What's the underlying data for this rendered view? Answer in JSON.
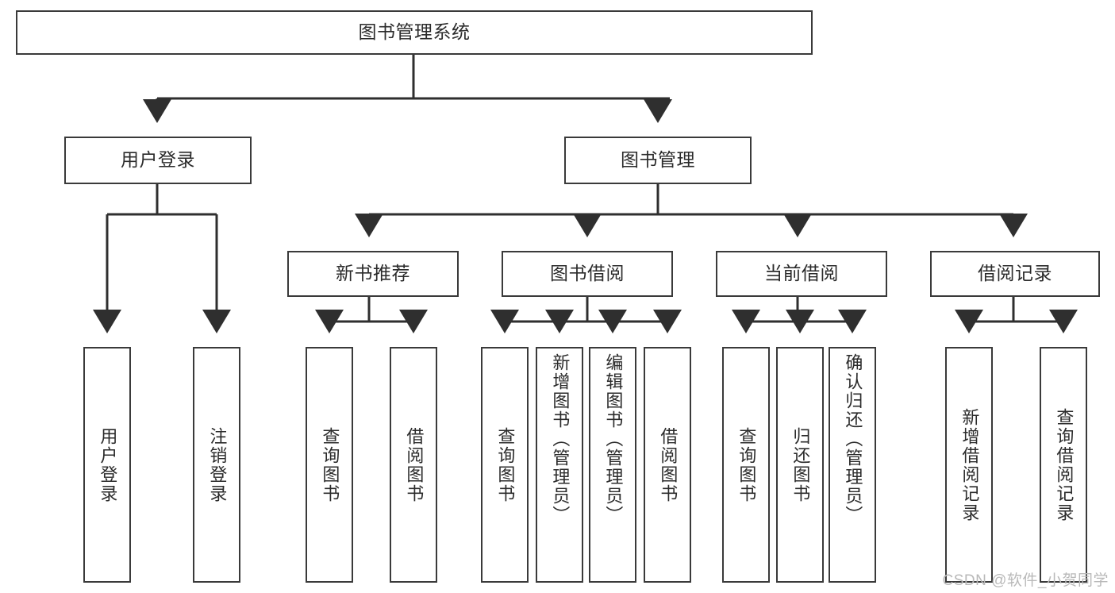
{
  "diagram": {
    "type": "tree-hierarchy-chart",
    "title": "图书管理系统",
    "watermark": "CSDN @软件_小贺同学",
    "colors": {
      "box_border": "#3a3a3a",
      "box_fill": "#ffffff",
      "connector": "#2f2f2f",
      "text": "#2b2b2b",
      "watermark": "#b9b9b9",
      "background": "#ffffff"
    },
    "root": {
      "id": "root",
      "label": "图书管理系统",
      "orientation": "horizontal",
      "level": 0
    },
    "level2": [
      {
        "id": "user-login",
        "label": "用户登录",
        "orientation": "horizontal",
        "level": 1
      },
      {
        "id": "book-management",
        "label": "图书管理",
        "orientation": "horizontal",
        "level": 1
      }
    ],
    "level3": [
      {
        "id": "new-book-recommend",
        "label": "新书推荐",
        "orientation": "horizontal",
        "level": 2,
        "parent": "book-management"
      },
      {
        "id": "book-borrow",
        "label": "图书借阅",
        "orientation": "horizontal",
        "level": 2,
        "parent": "book-management"
      },
      {
        "id": "current-borrow",
        "label": "当前借阅",
        "orientation": "horizontal",
        "level": 2,
        "parent": "book-management"
      },
      {
        "id": "borrow-record",
        "label": "借阅记录",
        "orientation": "horizontal",
        "level": 2,
        "parent": "book-management"
      }
    ],
    "leaves": [
      {
        "id": "leaf-user-login",
        "label": "用户登录",
        "orientation": "vertical",
        "parent": "user-login"
      },
      {
        "id": "leaf-logout-login",
        "label": "注销登录",
        "orientation": "vertical",
        "parent": "user-login"
      },
      {
        "id": "leaf-query-book-1",
        "label": "查询图书",
        "orientation": "vertical",
        "parent": "new-book-recommend"
      },
      {
        "id": "leaf-borrow-book-1",
        "label": "借阅图书",
        "orientation": "vertical",
        "parent": "new-book-recommend"
      },
      {
        "id": "leaf-query-book-2",
        "label": "查询图书",
        "orientation": "vertical",
        "parent": "book-borrow"
      },
      {
        "id": "leaf-add-book",
        "label": "新增图书（管理员）",
        "orientation": "vertical",
        "parent": "book-borrow"
      },
      {
        "id": "leaf-edit-book",
        "label": "编辑图书（管理员）",
        "orientation": "vertical",
        "parent": "book-borrow"
      },
      {
        "id": "leaf-borrow-book-2",
        "label": "借阅图书",
        "orientation": "vertical",
        "parent": "book-borrow"
      },
      {
        "id": "leaf-query-book-3",
        "label": "查询图书",
        "orientation": "vertical",
        "parent": "current-borrow"
      },
      {
        "id": "leaf-return-book",
        "label": "归还图书",
        "orientation": "vertical",
        "parent": "current-borrow"
      },
      {
        "id": "leaf-confirm-return",
        "label": "确认归还（管理员）",
        "orientation": "vertical",
        "parent": "current-borrow"
      },
      {
        "id": "leaf-add-record",
        "label": "新增借阅记录",
        "orientation": "vertical",
        "parent": "borrow-record"
      },
      {
        "id": "leaf-query-record",
        "label": "查询借阅记录",
        "orientation": "vertical",
        "parent": "borrow-record"
      }
    ]
  }
}
